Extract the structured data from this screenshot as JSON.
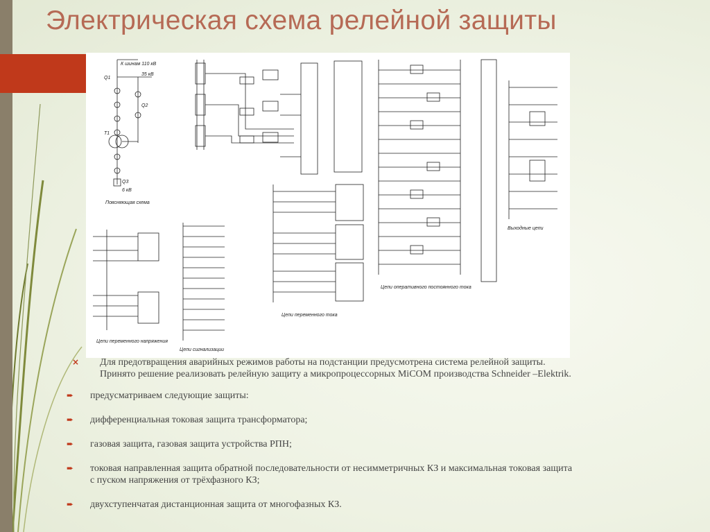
{
  "title": "Электрическая схема релейной защиты",
  "diagram": {
    "top_labels": [
      "К шинам 110 кВ",
      "35 кВ",
      "Q1",
      "Q2",
      "T1",
      "Q3",
      "6 кВ"
    ],
    "captions": {
      "explanatory": "Поясняющая схема",
      "ac_circuits": "Цепи переменного тока",
      "voltage_circuits": "Цепи переменного напряжения",
      "signal_circuits": "Цепи сигнализации",
      "dc_circuits": "Цепи оперативного постоянного тока",
      "output_circuits": "Выходные цепи"
    }
  },
  "bullets": [
    {
      "marker": "×",
      "lines": [
        "Для предотвращения аварийных режимов работы на подстанции предусмотрена система релейной защиты.",
        "Принято решение реализовать релейную защиту а микропроцессорных MiCOM производства Schneider –Elektrik."
      ]
    },
    {
      "marker": "➨",
      "lines": [
        "предусматриваем следующие защиты:"
      ]
    },
    {
      "marker": "➨",
      "lines": [
        "дифференциальная токовая защита трансформатора;"
      ]
    },
    {
      "marker": "➨",
      "lines": [
        "газовая защита, газовая защита устройства РПН;"
      ]
    },
    {
      "marker": "➨",
      "lines": [
        "токовая направленная защита обратной последовательности от несимметричных КЗ и максимальная токовая защита",
        "с пуском напряжения от трёхфазного КЗ;"
      ]
    },
    {
      "marker": "➨",
      "lines": [
        "двухступенчатая дистанционная защита от многофазных КЗ."
      ]
    }
  ]
}
